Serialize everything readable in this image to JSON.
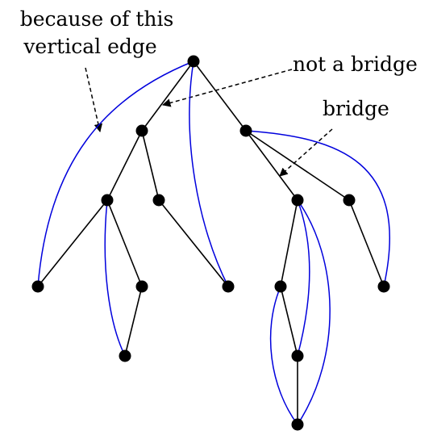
{
  "annotations": {
    "vertical_edge": [
      "because of this",
      "vertical edge"
    ],
    "not_a_bridge": "not a bridge",
    "bridge": "bridge"
  },
  "colors": {
    "tree_edge": "#000000",
    "back_edge": "#0000dd",
    "node": "#000000"
  }
}
